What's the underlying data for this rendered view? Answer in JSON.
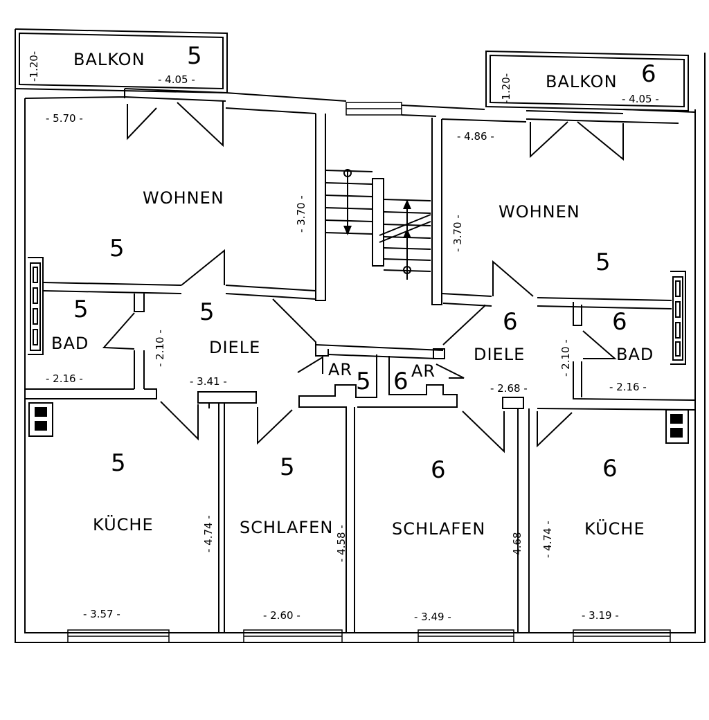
{
  "colors": {
    "line": "#000000",
    "background": "#ffffff"
  },
  "left": {
    "balkon_label": "BALKON",
    "balkon_num": "5",
    "balkon_width": "- 4.05 -",
    "balkon_depth": "-1.20-",
    "wohnen_label": "WOHNEN",
    "wohnen_num": "5",
    "wohnen_width": "- 5.70 -",
    "wohnen_depth": "- 3.70 -",
    "bad_label": "BAD",
    "bad_num": "5",
    "bad_width": "- 2.16 -",
    "diele_label": "DIELE",
    "diele_num": "5",
    "diele_width": "- 3.41 -",
    "diele_depth": "- 2.10 -",
    "ar_label": "AR",
    "ar_num": "5",
    "kueche_label": "KÜCHE",
    "kueche_num": "5",
    "kueche_width": "- 3.57 -",
    "kueche_depth": "- 4.74 -",
    "schlafen_label": "SCHLAFEN",
    "schlafen_num": "5",
    "schlafen_width": "- 2.60 -",
    "schlafen_depth": "- 4.58 -"
  },
  "right": {
    "balkon_label": "BALKON",
    "balkon_num": "6",
    "balkon_width": "- 4.05 -",
    "balkon_depth": "-1.20-",
    "wohnen_label": "WOHNEN",
    "wohnen_num": "5",
    "wohnen_width": "- 4.86 -",
    "wohnen_depth": "- 3.70 -",
    "bad_label": "BAD",
    "bad_num": "6",
    "bad_width": "- 2.16 -",
    "diele_label": "DIELE",
    "diele_num": "6",
    "diele_width": "- 2.68 -",
    "diele_depth": "- 2.10 -",
    "ar_label": "AR",
    "ar_num": "6",
    "kueche_label": "KÜCHE",
    "kueche_num": "6",
    "kueche_width": "- 3.19 -",
    "kueche_depth": "- 4.74 -",
    "schlafen_label": "SCHLAFEN",
    "schlafen_num": "6",
    "schlafen_width": "- 3.49 -",
    "schlafen_depth": "- 4.68 -"
  }
}
